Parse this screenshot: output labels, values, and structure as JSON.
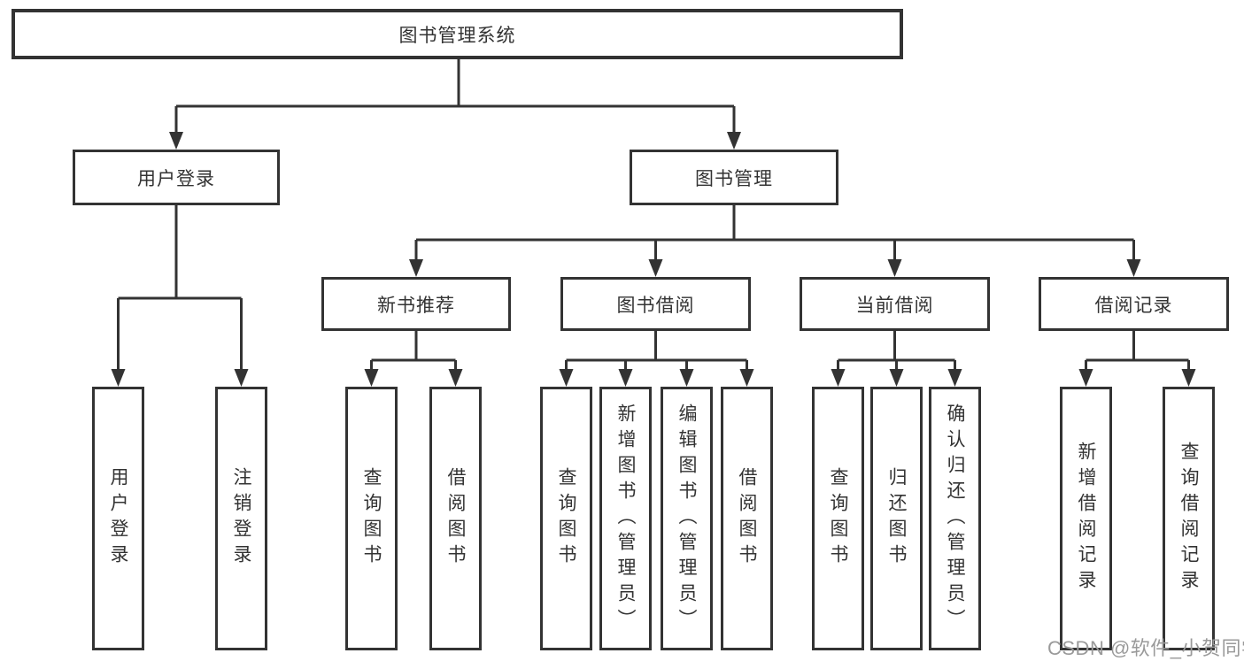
{
  "diagram": {
    "root": {
      "label": "图书管理系统"
    },
    "branches": [
      {
        "label": "用户登录",
        "children": [
          "用户登录",
          "注销登录"
        ]
      },
      {
        "label": "图书管理",
        "sections": [
          {
            "label": "新书推荐",
            "children": [
              "查询图书",
              "借阅图书"
            ]
          },
          {
            "label": "图书借阅",
            "children": [
              "查询图书",
              "新增图书（管理员）",
              "编辑图书（管理员）",
              "借阅图书"
            ]
          },
          {
            "label": "当前借阅",
            "children": [
              "查询图书",
              "归还图书",
              "确认归还（管理员）"
            ]
          },
          {
            "label": "借阅记录",
            "children": [
              "新增借阅记录",
              "查询借阅记录"
            ]
          }
        ]
      }
    ]
  },
  "colors": {
    "line": "#333333",
    "text": "#333333",
    "watermark": "#9a9a9a",
    "background": "#ffffff"
  },
  "watermark": {
    "text": "CSDN @软件_小贺同学"
  }
}
